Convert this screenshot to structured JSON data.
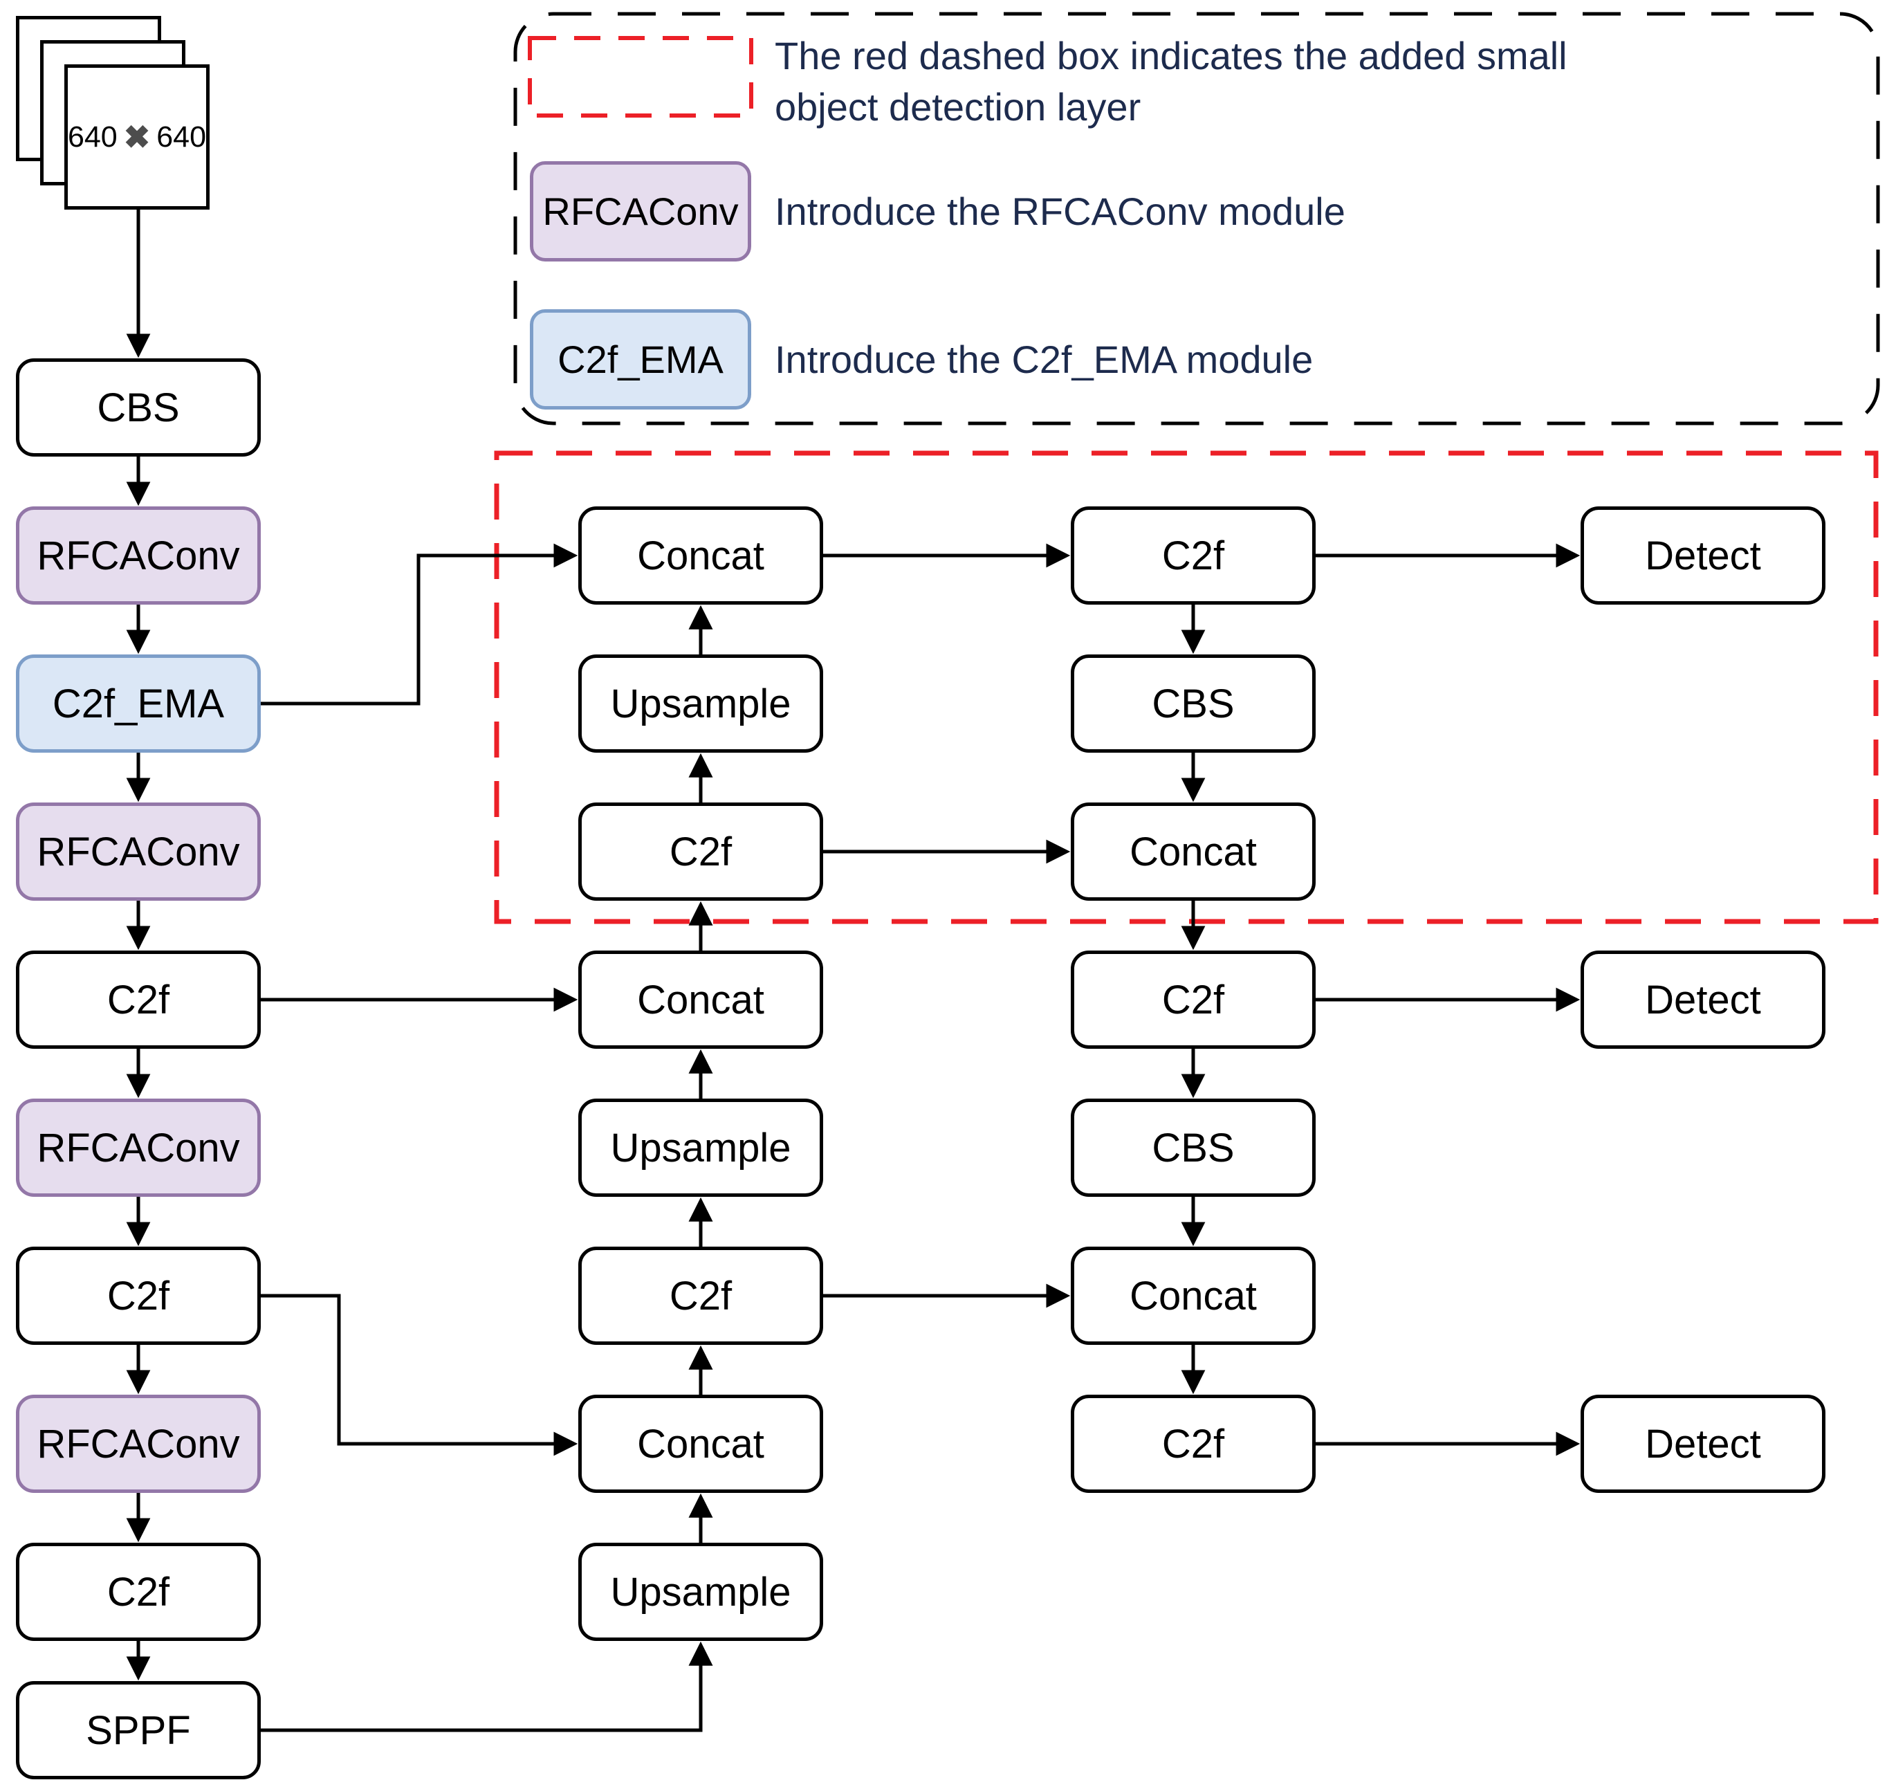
{
  "colors": {
    "purple-fill": "#e6ddee",
    "purple-border": "#9377a8",
    "blue-fill": "#dbe7f6",
    "blue-border": "#7d9ec9",
    "red": "#ec2027",
    "navy": "#1d2b4d"
  },
  "input": {
    "width": "640",
    "times": "✖",
    "height": "640"
  },
  "legend": {
    "note_line1": "The red dashed box indicates the added small",
    "note_line2": "object detection layer",
    "rfcaconv_label": "RFCAConv",
    "rfcaconv_desc": "Introduce the RFCAConv module",
    "c2f_ema_label": "C2f_EMA",
    "c2f_ema_desc": "Introduce the C2f_EMA module"
  },
  "nodes": {
    "backbone": [
      "CBS",
      "RFCAConv",
      "C2f_EMA",
      "RFCAConv",
      "C2f",
      "RFCAConv",
      "C2f",
      "RFCAConv",
      "C2f",
      "SPPF"
    ],
    "mid": [
      "Concat",
      "Upsample",
      "C2f",
      "Concat",
      "Upsample",
      "C2f",
      "Concat",
      "Upsample"
    ],
    "right": [
      "C2f",
      "CBS",
      "Concat",
      "C2f",
      "CBS",
      "Concat",
      "C2f"
    ],
    "detect": [
      "Detect",
      "Detect",
      "Detect"
    ]
  }
}
